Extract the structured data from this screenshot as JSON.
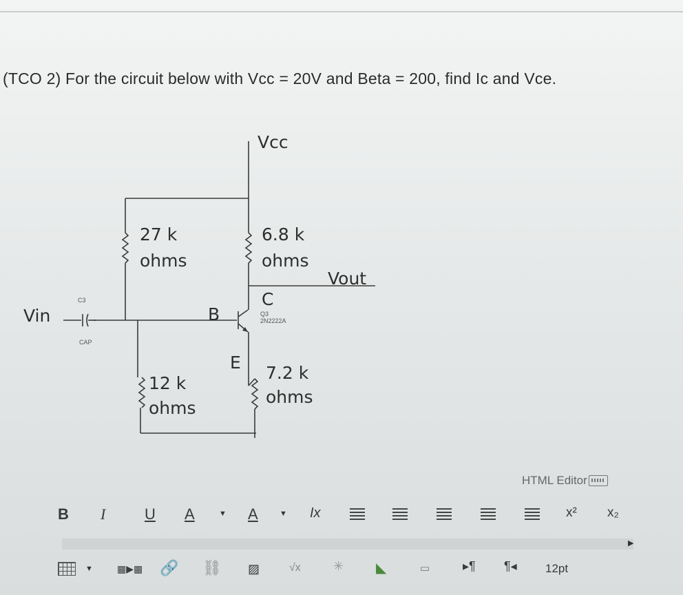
{
  "question": "(TCO 2) For the circuit below with Vcc = 20V and Beta = 200, find Ic and Vce.",
  "circuit": {
    "vcc": "Vcc",
    "r1_value": "27 k",
    "r1_unit": "ohms",
    "rc_value": "6.8 k",
    "rc_unit": "ohms",
    "vout": "Vout",
    "vin": "Vin",
    "cap_ref": "C3",
    "cap_label": "CAP",
    "base": "B",
    "collector": "C",
    "emitter": "E",
    "transistor_ref": "Q3",
    "transistor_part": "2N2222A",
    "r2_value": "12 k",
    "r2_unit": "ohms",
    "re_value": "7.2 k",
    "re_unit": "ohms"
  },
  "editor": {
    "label": "HTML Editor",
    "row1": {
      "bold": "B",
      "italic": "I",
      "underline": "U",
      "font_color": "A",
      "highlight": "A",
      "clear_format": "Ix",
      "superscript": "x²",
      "subscript": "x₂"
    },
    "row2": {
      "font_size": "12pt"
    }
  }
}
